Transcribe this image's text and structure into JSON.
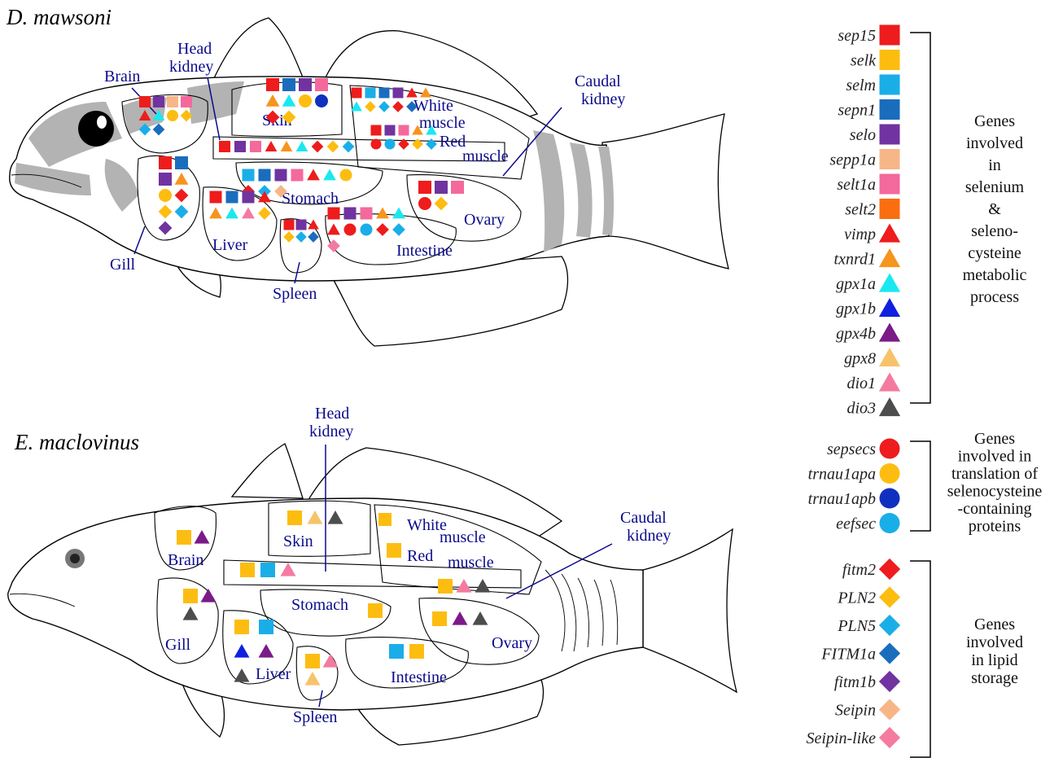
{
  "species": {
    "top": "D. mawsoni",
    "bottom": "E. maclovinus"
  },
  "organs_top": {
    "brain": "Brain",
    "head_kidney": [
      "Head",
      "kidney"
    ],
    "skin": "Skin",
    "white_muscle": [
      "White",
      "muscle"
    ],
    "caudal_kidney": [
      "Caudal",
      "kidney"
    ],
    "red_muscle": [
      "Red",
      "muscle"
    ],
    "stomach": "Stomach",
    "ovary": "Ovary",
    "liver": "Liver",
    "intestine": "Intestine",
    "gill": "Gill",
    "spleen": "Spleen"
  },
  "organs_bottom": {
    "brain": "Brain",
    "head_kidney": [
      "Head",
      "kidney"
    ],
    "skin": "Skin",
    "white_muscle": [
      "White",
      "muscle"
    ],
    "caudal_kidney": [
      "Caudal",
      "kidney"
    ],
    "red": "Red",
    "muscle": "muscle",
    "stomach": "Stomach",
    "ovary": "Ovary",
    "liver": "Liver",
    "intestine": "Intestine",
    "gill": "Gill",
    "spleen": "Spleen"
  },
  "legend_groups": [
    {
      "category": [
        "Genes",
        "involved",
        "in",
        "selenium",
        "&",
        "seleno-",
        "cysteine",
        "metabolic",
        "process"
      ],
      "genes": [
        {
          "name": "sep15",
          "shape": "square",
          "color": "#ee1c1c"
        },
        {
          "name": "selk",
          "shape": "square",
          "color": "#fdbd10"
        },
        {
          "name": "selm",
          "shape": "square",
          "color": "#1aaee8"
        },
        {
          "name": "sepn1",
          "shape": "square",
          "color": "#1a6dbd"
        },
        {
          "name": "selo",
          "shape": "square",
          "color": "#7033a0"
        },
        {
          "name": "sepp1a",
          "shape": "square",
          "color": "#f7b688"
        },
        {
          "name": "selt1a",
          "shape": "square",
          "color": "#f4699c"
        },
        {
          "name": "selt2",
          "shape": "square",
          "color": "#fa6e10"
        },
        {
          "name": "vimp",
          "shape": "triangle",
          "color": "#ee1c1c"
        },
        {
          "name": "txnrd1",
          "shape": "triangle",
          "color": "#f7941d"
        },
        {
          "name": "gpx1a",
          "shape": "triangle",
          "color": "#1ae8f0"
        },
        {
          "name": "gpx1b",
          "shape": "triangle",
          "color": "#1020e0"
        },
        {
          "name": "gpx4b",
          "shape": "triangle",
          "color": "#7b1a88"
        },
        {
          "name": "gpx8",
          "shape": "triangle",
          "color": "#f7c36a"
        },
        {
          "name": "dio1",
          "shape": "triangle",
          "color": "#f47aa0"
        },
        {
          "name": "dio3",
          "shape": "triangle",
          "color": "#4d4d4d"
        }
      ]
    },
    {
      "category": [
        "Genes",
        "involved in",
        "translation of",
        "selenocysteine",
        "-containing",
        "proteins"
      ],
      "genes": [
        {
          "name": "sepsecs",
          "shape": "circle",
          "color": "#ee1c1c"
        },
        {
          "name": "trnau1apa",
          "shape": "circle",
          "color": "#fdbd10"
        },
        {
          "name": "trnau1apb",
          "shape": "circle",
          "color": "#1030c0"
        },
        {
          "name": "eefsec",
          "shape": "circle",
          "color": "#1aaee8"
        }
      ]
    },
    {
      "category": [
        "Genes",
        "involved",
        "in lipid",
        "storage"
      ],
      "genes": [
        {
          "name": "fitm2",
          "shape": "diamond",
          "color": "#ee1c1c"
        },
        {
          "name": "PLN2",
          "shape": "diamond",
          "color": "#fdbd10"
        },
        {
          "name": "PLN5",
          "shape": "diamond",
          "color": "#1aaee8"
        },
        {
          "name": "FITM1a",
          "shape": "diamond",
          "color": "#1a6dbd"
        },
        {
          "name": "fitm1b",
          "shape": "diamond",
          "color": "#7033a0"
        },
        {
          "name": "Seipin",
          "shape": "diamond",
          "color": "#f7b688"
        },
        {
          "name": "Seipin-like",
          "shape": "diamond",
          "color": "#f47aa0"
        }
      ]
    }
  ],
  "markers_top": {
    "brain": [
      "sep15",
      "selo",
      "sepp1a",
      "selt1a",
      "vimp",
      "gpx1a",
      "trnau1apa",
      "PLN2",
      "PLN5",
      "FITM1a"
    ],
    "gill": [
      "sep15",
      "sepn1",
      "selo",
      "txnrd1",
      "trnau1apa",
      "fitm2",
      "PLN2",
      "PLN5",
      "fitm1b"
    ],
    "skin": [
      "sep15",
      "sepn1",
      "selo",
      "selt1a",
      "txnrd1",
      "gpx1a",
      "trnau1apa",
      "trnau1apb",
      "fitm2",
      "PLN2"
    ],
    "head_kidney": [
      "sep15",
      "selo",
      "selt1a",
      "vimp",
      "txnrd1",
      "gpx1a",
      "fitm2",
      "PLN2",
      "PLN5"
    ],
    "stomach": [
      "selm",
      "sepn1",
      "selo",
      "selt1a",
      "vimp",
      "gpx1a",
      "trnau1apa",
      "fitm2",
      "PLN5",
      "Seipin"
    ],
    "liver": [
      "sep15",
      "sepn1",
      "selo",
      "vimp",
      "txnrd1",
      "gpx1a",
      "dio1",
      "PLN2"
    ],
    "spleen": [
      "sep15",
      "selo",
      "vimp",
      "PLN2",
      "PLN5",
      "FITM1a"
    ],
    "intestine": [
      "sep15",
      "selo",
      "selt1a",
      "txnrd1",
      "gpx1a",
      "vimp",
      "sepsecs",
      "eefsec",
      "fitm2",
      "PLN5",
      "Seipin-like"
    ],
    "white_muscle": [
      "sep15",
      "selm",
      "sepn1",
      "selo",
      "vimp",
      "txnrd1",
      "gpx1a",
      "PLN2",
      "PLN5",
      "fitm2",
      "FITM1a"
    ],
    "red_muscle": [
      "sep15",
      "selo",
      "selt1a",
      "txnrd1",
      "gpx1a",
      "sepsecs",
      "eefsec",
      "fitm2",
      "PLN2",
      "PLN5"
    ],
    "ovary": [
      "sep15",
      "selo",
      "selt1a",
      "sepsecs",
      "PLN2"
    ]
  },
  "markers_bottom": {
    "brain": [
      "selk",
      "gpx4b"
    ],
    "gill": [
      "selk",
      "gpx4b",
      "dio3"
    ],
    "skin": [
      "selk",
      "gpx8",
      "dio3"
    ],
    "head_kidney": [
      "selk",
      "selm",
      "dio1"
    ],
    "white_muscle": [
      "selk"
    ],
    "red_muscle": [
      "selk"
    ],
    "caudal": [
      "selk",
      "dio1",
      "dio3"
    ],
    "stomach": [
      "selk"
    ],
    "liver": [
      "selk",
      "selm",
      "gpx1b",
      "gpx4b",
      "dio3"
    ],
    "spleen": [
      "selk",
      "dio1",
      "gpx8"
    ],
    "intestine": [
      "selm",
      "selk"
    ],
    "ovary": [
      "selk",
      "gpx4b",
      "dio3"
    ]
  }
}
